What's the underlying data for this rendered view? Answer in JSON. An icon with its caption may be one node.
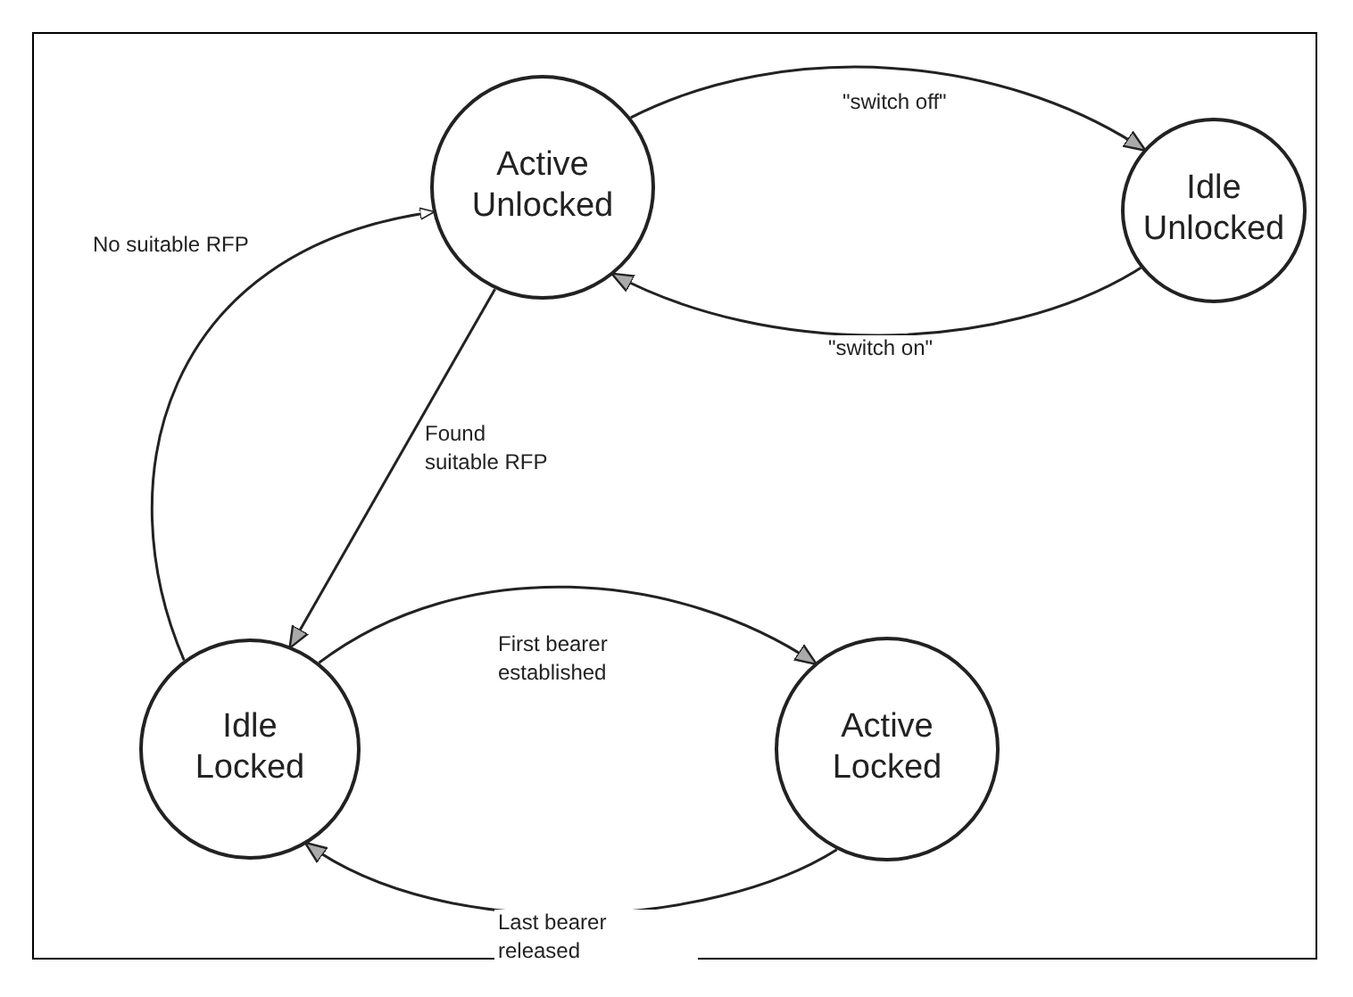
{
  "diagram": {
    "nodes": [
      {
        "text": [
          "Active Unlocked"
        ]
      },
      {
        "text": [
          "Idle Unlocked"
        ]
      },
      {
        "text": [
          "Idle Locked"
        ]
      },
      {
        "text": [
          "Active Locked"
        ]
      }
    ],
    "edges": [
      {
        "from": 0,
        "to": 1,
        "arrow": "to",
        "label": "\"switch off\""
      },
      {
        "from": 1,
        "to": 0,
        "arrow": "to",
        "label": "\"switch on\""
      },
      {
        "from": 0,
        "to": 2,
        "arrow": "to",
        "label": "Found suitable RFP"
      },
      {
        "from": 2,
        "to": 0,
        "arrow": "to",
        "label": "No suitable RFP"
      },
      {
        "from": 2,
        "to": 3,
        "arrow": "to",
        "label": "First bearer established"
      },
      {
        "from": 3,
        "to": 2,
        "arrow": "to",
        "label": "Last bearer released"
      }
    ]
  }
}
